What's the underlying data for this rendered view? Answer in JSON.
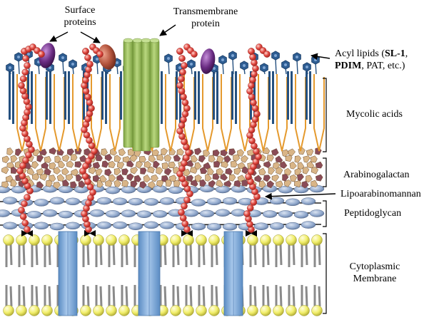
{
  "labels": {
    "surface_proteins_line1": "Surface",
    "surface_proteins_line2": "proteins",
    "transmembrane_line1": "Transmembrane",
    "transmembrane_line2": "protein",
    "acyl_prefix": "Acyl lipids (",
    "acyl_bold1": "SL-1",
    "acyl_sep1": ",",
    "acyl_bold2": "PDIM",
    "acyl_rest": ", PAT, etc.)",
    "mycolic_acids": "Mycolic acids",
    "arabinogalactan": "Arabinogalactan",
    "lipoarabinomannan": "Lipoarabinomannan",
    "peptidoglycan": "Peptidoglycan",
    "cytoplasmic_line1": "Cytoplasmic",
    "cytoplasmic_line2": "Membrane"
  },
  "colors": {
    "mycolic_dark": "#25507f",
    "mycolic_orange": "#e59a2e",
    "acyl_hexagon": "#2e5d92",
    "surface_protein_purple": "#6a2c82",
    "surface_protein_red": "#b2533c",
    "transmembrane_green": "#96bb5a",
    "bead_red": "#e0473f",
    "arabinogalactan_light": "#d9b587",
    "arabinogalactan_dark": "#8a4c57",
    "peptidoglycan_blue": "#8ea6cb",
    "membrane_protein_blue": "#7faad8",
    "lipid_head_yellow": "#f1ee6a",
    "lipid_tail_grey": "#8a8a8a"
  }
}
